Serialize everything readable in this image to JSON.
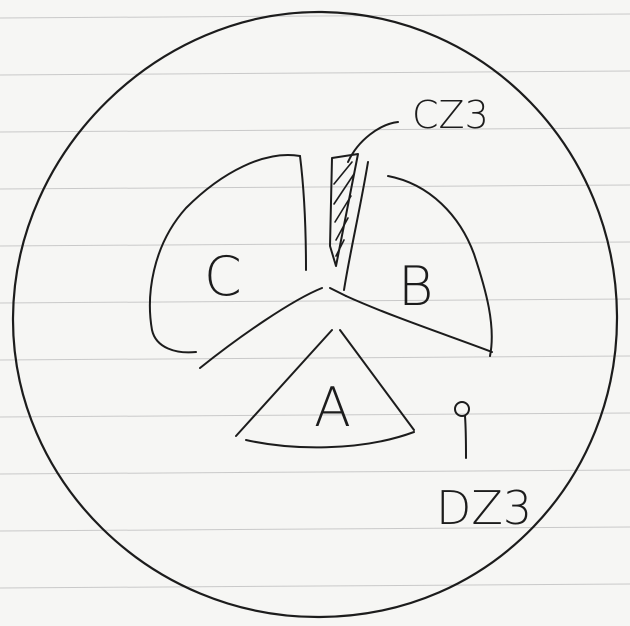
{
  "diagram": {
    "sectors": [
      {
        "id": "A",
        "label": "A"
      },
      {
        "id": "B",
        "label": "B"
      },
      {
        "id": "C",
        "label": "C"
      }
    ],
    "annotations": [
      {
        "id": "cz3",
        "label": "CZ3"
      },
      {
        "id": "dz3",
        "label": "DZ3"
      }
    ],
    "colors": {
      "ink": "#1c1c1c",
      "paper": "#f6f6f4",
      "ruling": "#c9c9c9"
    }
  }
}
